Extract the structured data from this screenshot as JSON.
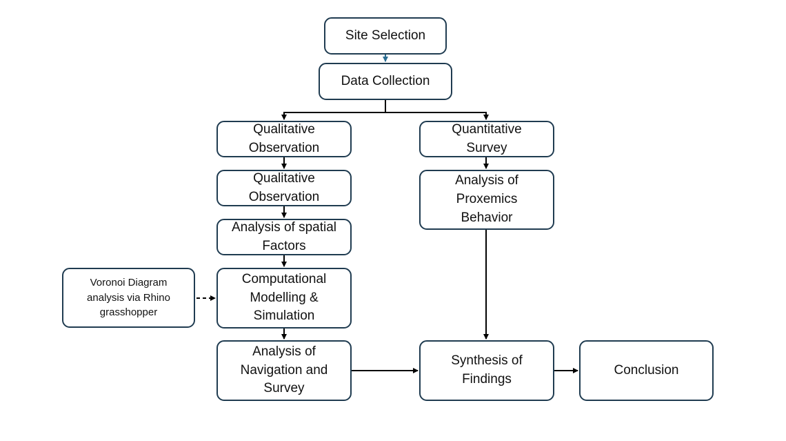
{
  "diagram": {
    "type": "flowchart",
    "background": "#ffffff",
    "colors": {
      "node_border": "#1f3b50",
      "node_fill": "#ffffff",
      "text": "#111111",
      "arrow": "#000000",
      "accent_arrow": "#2b6e93"
    },
    "nodes": {
      "site_selection": {
        "label": "Site Selection"
      },
      "data_collection": {
        "label": "Data Collection"
      },
      "qualitative_observation_1": {
        "label": "Qualitative Observation"
      },
      "qualitative_observation_2": {
        "label": "Qualitative Observation"
      },
      "analysis_of_spatial_factors": {
        "label": "Analysis of spatial Factors"
      },
      "computational_modelling_simulation": {
        "label": "Computational Modelling & Simulation"
      },
      "analysis_of_navigation_and_survey": {
        "label": "Analysis of Navigation and Survey"
      },
      "voronoi_note": {
        "label": "Voronoi Diagram analysis via Rhino grasshopper"
      },
      "quantitative_survey": {
        "label": "Quantitative Survey"
      },
      "analysis_of_proxemics_behavior": {
        "label": "Analysis of Proxemics Behavior"
      },
      "synthesis_of_findings": {
        "label": "Synthesis of Findings"
      },
      "conclusion": {
        "label": "Conclusion"
      }
    },
    "edges": [
      {
        "from": "site_selection",
        "to": "data_collection",
        "style": "solid",
        "color": "accent_arrow"
      },
      {
        "from": "data_collection",
        "to": "qualitative_observation_1",
        "style": "solid",
        "color": "arrow"
      },
      {
        "from": "data_collection",
        "to": "quantitative_survey",
        "style": "solid",
        "color": "arrow"
      },
      {
        "from": "qualitative_observation_1",
        "to": "qualitative_observation_2",
        "style": "solid",
        "color": "arrow"
      },
      {
        "from": "qualitative_observation_2",
        "to": "analysis_of_spatial_factors",
        "style": "solid",
        "color": "arrow"
      },
      {
        "from": "analysis_of_spatial_factors",
        "to": "computational_modelling_simulation",
        "style": "solid",
        "color": "arrow"
      },
      {
        "from": "computational_modelling_simulation",
        "to": "analysis_of_navigation_and_survey",
        "style": "solid",
        "color": "arrow"
      },
      {
        "from": "voronoi_note",
        "to": "computational_modelling_simulation",
        "style": "dashed",
        "color": "arrow"
      },
      {
        "from": "quantitative_survey",
        "to": "analysis_of_proxemics_behavior",
        "style": "solid",
        "color": "arrow"
      },
      {
        "from": "analysis_of_proxemics_behavior",
        "to": "synthesis_of_findings",
        "style": "solid",
        "color": "arrow"
      },
      {
        "from": "analysis_of_navigation_and_survey",
        "to": "synthesis_of_findings",
        "style": "solid",
        "color": "arrow"
      },
      {
        "from": "synthesis_of_findings",
        "to": "conclusion",
        "style": "solid",
        "color": "arrow"
      }
    ]
  }
}
